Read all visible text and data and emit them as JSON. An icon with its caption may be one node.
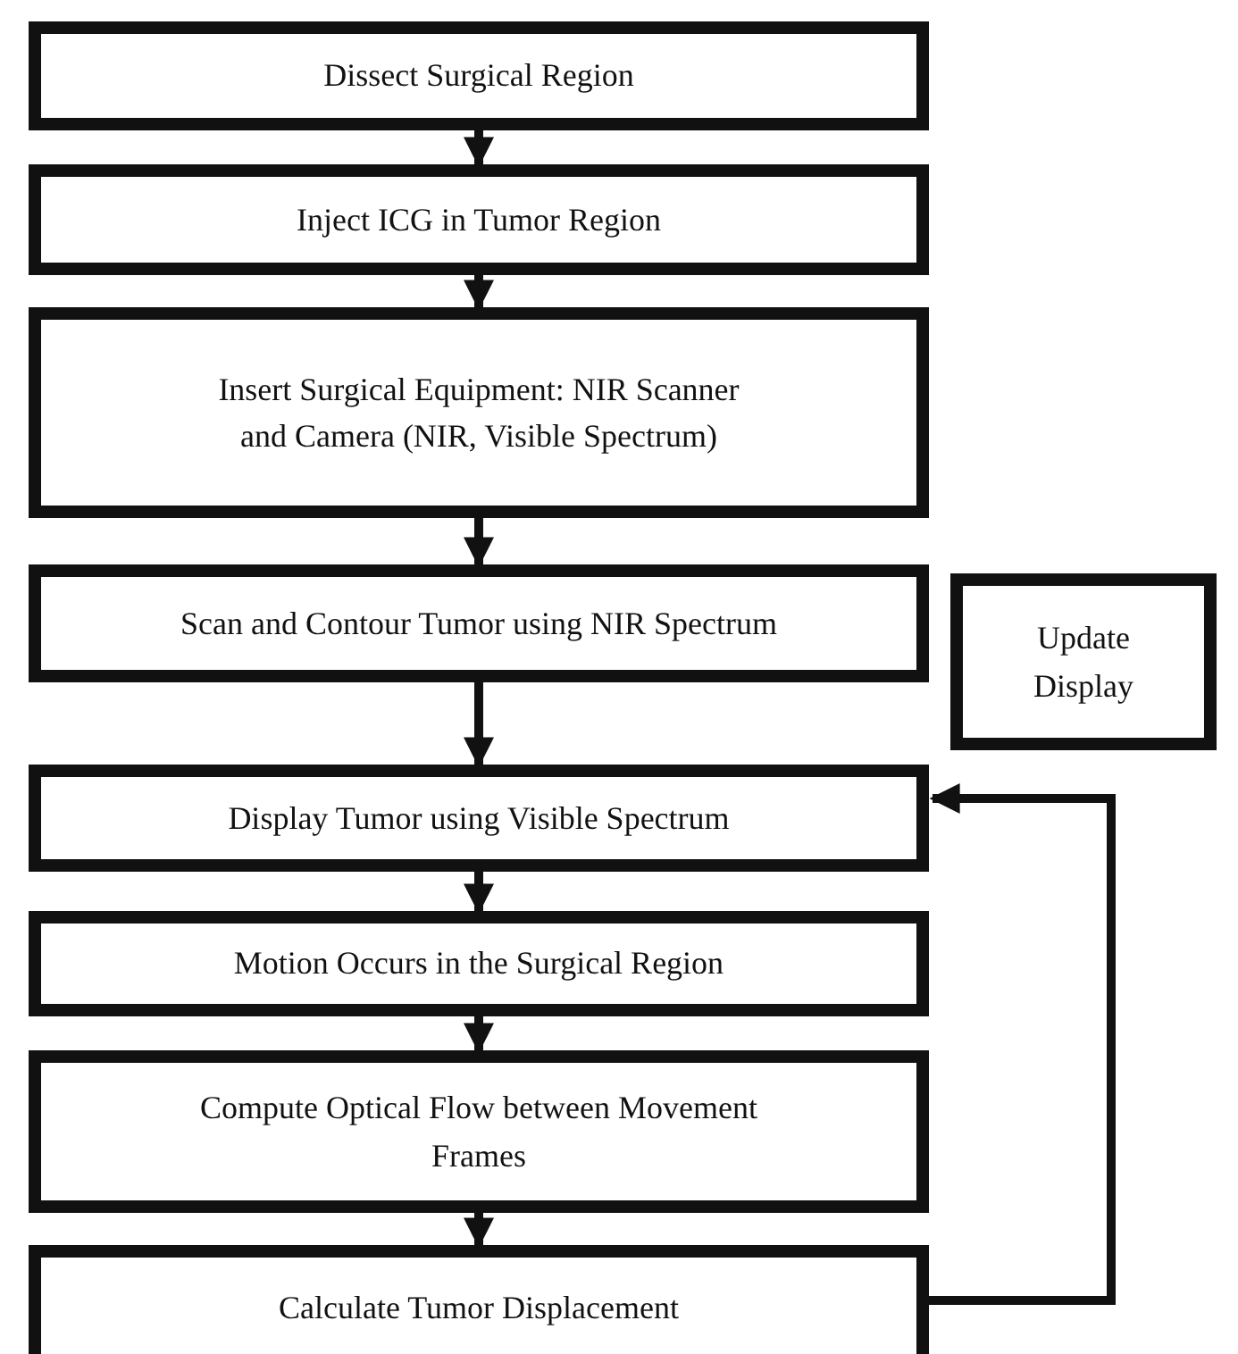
{
  "diagram": {
    "nodes": [
      {
        "text": [
          "Dissect Surgical Region"
        ]
      },
      {
        "text": [
          "Inject ICG in Tumor Region"
        ]
      },
      {
        "text": [
          "Insert Surgical Equipment: NIR Scanner and Camera (NIR, Visible Spectrum)"
        ]
      },
      {
        "text": [
          "Scan and Contour Tumor using NIR Spectrum"
        ]
      },
      {
        "text": [
          "Update Display"
        ]
      },
      {
        "text": [
          "Display Tumor using Visible Spectrum"
        ]
      },
      {
        "text": [
          "Motion Occurs in the Surgical Region"
        ]
      },
      {
        "text": [
          "Compute Optical Flow between Movement Frames"
        ]
      },
      {
        "text": [
          "Calculate Tumor Displacement"
        ]
      }
    ],
    "edges": [
      {
        "from": 0,
        "to": 1,
        "arrow": "to"
      },
      {
        "from": 1,
        "to": 2,
        "arrow": "to"
      },
      {
        "from": 2,
        "to": 3,
        "arrow": "to"
      },
      {
        "from": 3,
        "to": 5,
        "arrow": "to"
      },
      {
        "from": 5,
        "to": 6,
        "arrow": "to"
      },
      {
        "from": 6,
        "to": 7,
        "arrow": "to"
      },
      {
        "from": 7,
        "to": 8,
        "arrow": "to"
      },
      {
        "from": 8,
        "to": 5,
        "arrow": "to"
      }
    ]
  }
}
